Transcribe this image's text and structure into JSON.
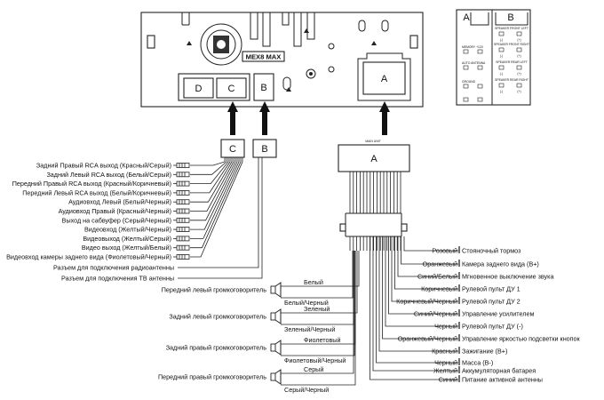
{
  "head_unit": {
    "model": "MEX8 MAX",
    "connectors": {
      "a": "A",
      "b": "B",
      "c": "C",
      "d": "D"
    }
  },
  "plug_labels": {
    "c": "C",
    "b": "B",
    "a": "A",
    "main_unit": "MAIN UNIT"
  },
  "inset": {
    "header_a": "A",
    "header_b": "B",
    "left_labels": [
      "MEMORY +12V",
      "AUTO ANTENNA",
      "GROUND",
      ""
    ],
    "right_labels": [
      "SPEAKER FRONT LEFT",
      "SPEAKER FRONT RIGHT",
      "SPEAKER REAR LEFT",
      "SPEAKER REAR RIGHT"
    ]
  },
  "rca_labels": [
    "Задний Правый RCA выход (Красный/Серый)",
    "Задний Левый RCA выход (Белый/Серый)",
    "Передний Правый RCA выход (Красный/Коричневый)",
    "Передний Левый RCA выход (Белый/Коричневый)",
    "Аудиовход Левый (Белый/Черный)",
    "Аудиовход Правый (Красный/Черный)",
    "Выход на сабвуфер (Серый/Черный)",
    "Видеовход (Желтый/Черный)",
    "Видеовыход (Желтый/Серый)",
    "Видео выход (Желтый/Белый)",
    "Видеовход камеры заднего вида (Фиолетовый/Черный)"
  ],
  "antenna_labels": [
    "Разъем для подключения радиоантенны",
    "Разъем для подключения  ТВ антенны"
  ],
  "speakers": [
    {
      "name": "Передний левый громкоговоритель",
      "wire_plus": "Белый",
      "wire_minus": "Белый/Черный"
    },
    {
      "name": "Задний левый громкоговоритель",
      "wire_plus": "Зеленый",
      "wire_minus": "Зеленый/Черный"
    },
    {
      "name": "Задний правый громкоговоритель",
      "wire_plus": "Фиолетовый",
      "wire_minus": "Фиолетовый/Черный"
    },
    {
      "name": "Передний правый громкоговоритель",
      "wire_plus": "Серый",
      "wire_minus": "Серый/Черный"
    }
  ],
  "right_wires": [
    {
      "color": "Розовый",
      "function": "Стояночный тормоз"
    },
    {
      "color": "Оранжевый",
      "function": "Камера заднего вида (В+)"
    },
    {
      "color": "Синий/Белый",
      "function": "Мгновенное выключение звука"
    },
    {
      "color": "Коричневый",
      "function": "Рулевой пульт ДУ  1"
    },
    {
      "color": "Коричневый/Черный",
      "function": "Рулевой пульт ДУ  2"
    },
    {
      "color": "Синий/Черный",
      "function": "Управление усилителем"
    },
    {
      "color": "Черный",
      "function": "Рулевой пульт ДУ (-)"
    },
    {
      "color": "Оранжевый/Черный",
      "function": "Управление яркостью подсветки кнопок"
    },
    {
      "color": "Красный",
      "function": "Зажигание (В+)"
    },
    {
      "color": "Черный",
      "function": "Масса (В-)"
    },
    {
      "color": "Желтый",
      "function": "Аккумуляторная батарея"
    },
    {
      "color": "Синий",
      "function": "Питание активной антенны"
    }
  ]
}
